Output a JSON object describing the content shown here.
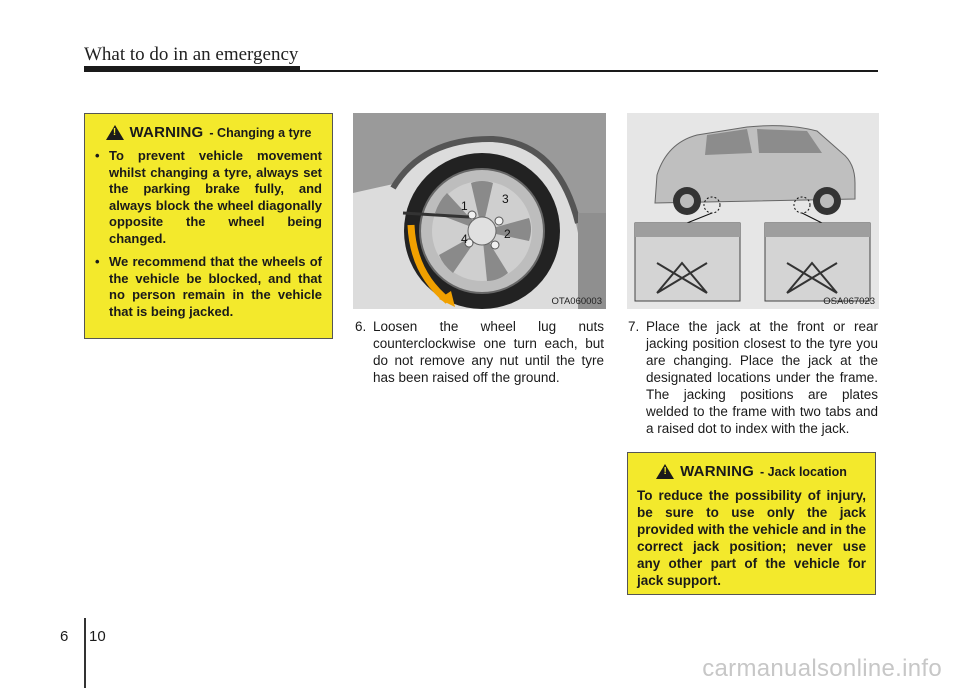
{
  "header": {
    "title": "What to do in an emergency"
  },
  "warning_tyre": {
    "word": "WARNING",
    "subtitle": "- Changing a tyre",
    "items": [
      "To prevent vehicle movement whilst changing a tyre, always set the parking brake fully, and always block the wheel diagonally opposite the wheel being changed.",
      "We recommend that the wheels of the vehicle be blocked, and that no person remain in the vehicle that is being jacked."
    ]
  },
  "figure_wheel": {
    "code": "OTA060003",
    "labels": [
      "1",
      "2",
      "3",
      "4"
    ]
  },
  "figure_jack": {
    "code": "OSA067023"
  },
  "step6": {
    "num": "6.",
    "text": "Loosen the wheel lug nuts counterclockwise one turn each, but do not remove any nut until the tyre has been raised off the ground."
  },
  "step7": {
    "num": "7.",
    "text": "Place the jack at the front or rear jacking position closest to the tyre you are changing. Place the jack at the designated locations under the frame. The jacking positions are plates welded to the frame with two tabs and a raised dot to index with the jack."
  },
  "warning_jack": {
    "word": "WARNING",
    "subtitle": "- Jack location",
    "text": "To reduce the possibility of injury, be sure to use only the jack provided with the vehicle and in the correct jack position; never use any other part of the vehicle for jack support."
  },
  "footer": {
    "chapter": "6",
    "page": "10"
  },
  "watermark": "carmanualsonline.info"
}
